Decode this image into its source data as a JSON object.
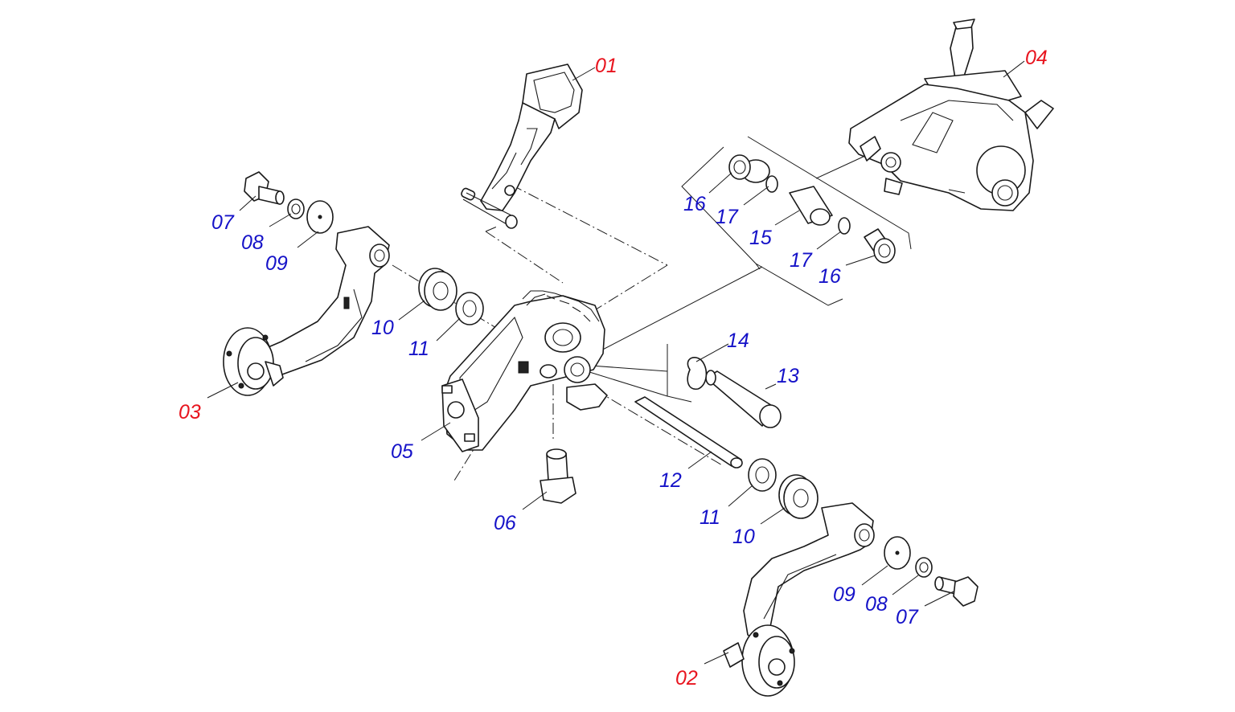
{
  "colors": {
    "assembly_label": "#e8141e",
    "part_label": "#1512c8",
    "line": "#1a1a1a"
  },
  "labels": {
    "l01": "01",
    "l02": "02",
    "l03": "03",
    "l04": "04",
    "l05": "05",
    "l06": "06",
    "l07a": "07",
    "l07b": "07",
    "l08a": "08",
    "l08b": "08",
    "l09a": "09",
    "l09b": "09",
    "l10a": "10",
    "l10b": "10",
    "l11a": "11",
    "l11b": "11",
    "l12": "12",
    "l13": "13",
    "l14": "14",
    "l15": "15",
    "l16a": "16",
    "l16b": "16",
    "l17a": "17",
    "l17b": "17"
  }
}
